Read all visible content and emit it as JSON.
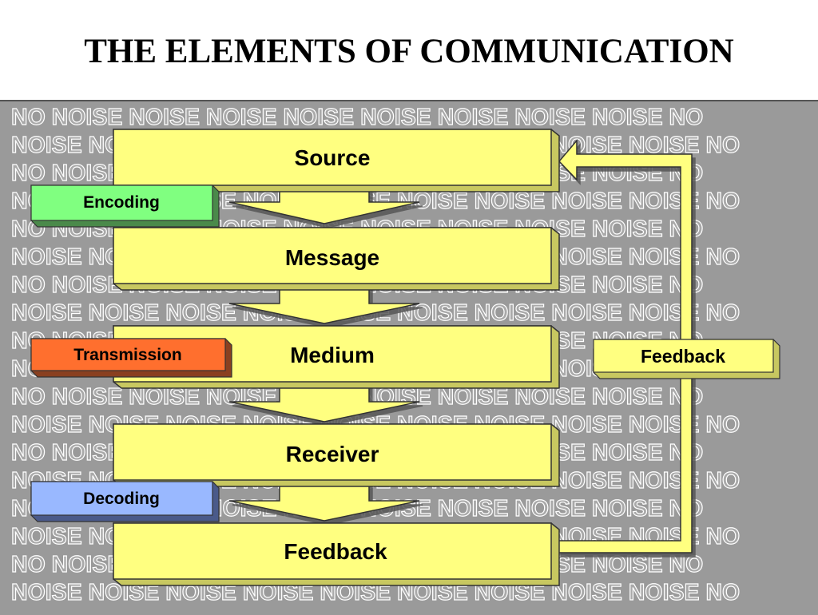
{
  "title": "THE ELEMENTS OF COMMUNICATION",
  "background_noise": {
    "word": "NOISE",
    "lines": [
      "NO NOISE NOISE NOISE NOISE NOISE NOISE NOISE NOISE NO",
      "NOISE NOISE NOISE NOISE NOISE NOISE NOISE NOISE NOISE NO",
      "NO NOISE NOISE NOISE NOISE NOISE NOISE NOISE NOISE NO",
      "NOISE NOISE NOISE NOISE NOISE NOISE NOISE NOISE NOISE NO",
      "NO NOISE NOISE NOISE NOISE NOISE NOISE NOISE NOISE NO",
      "NOISE NOISE NOISE NOISE NOISE NOISE NOISE NOISE NOISE NO",
      "NO NOISE NOISE NOISE NOISE NOISE NOISE NOISE NOISE NO",
      "NOISE NOISE NOISE NOISE NOISE NOISE NOISE NOISE NOISE NO",
      "NO NOISE NOISE NOISE NOISE NOISE NOISE NOISE NOISE NO",
      "NOISE NOISE NOISE NOISE NOISE NOISE NOISE NOISE NOISE NO",
      "NO NOISE NOISE NOISE NOISE NOISE NOISE NOISE NOISE NO",
      "NOISE NOISE NOISE NOISE NOISE NOISE NOISE NOISE NOISE NO",
      "NO NOISE NOISE NOISE NOISE NOISE NOISE NOISE NOISE NO",
      "NOISE NOISE NOISE NOISE NOISE NOISE NOISE NOISE NOISE NO",
      "NO NOISE NOISE NOISE NOISE NOISE NOISE NOISE NOISE NO",
      "NOISE NOISE NOISE NOISE NOISE NOISE NOISE NOISE NOISE NO",
      "NO NOISE NOISE NOISE NOISE NOISE NOISE NOISE NOISE NO",
      "NOISE NOISE NOISE NOISE NOISE NOISE NOISE NOISE NOISE NO"
    ]
  },
  "flow_boxes": [
    {
      "id": "source",
      "label": "Source"
    },
    {
      "id": "message",
      "label": "Message"
    },
    {
      "id": "medium",
      "label": "Medium"
    },
    {
      "id": "receiver",
      "label": "Receiver"
    },
    {
      "id": "feedback",
      "label": "Feedback"
    }
  ],
  "side_tags": [
    {
      "id": "encoding",
      "label": "Encoding",
      "color": "#80ff80"
    },
    {
      "id": "transmission",
      "label": "Transmission",
      "color": "#ff6f2e"
    },
    {
      "id": "decoding",
      "label": "Decoding",
      "color": "#99b8ff"
    }
  ],
  "feedback_loop_label": "Feedback",
  "colors": {
    "box_fill": "#ffff80",
    "box_side": "#c8c860",
    "arrow_fill": "#ffff80",
    "panel_bg": "#9a9a9a"
  }
}
